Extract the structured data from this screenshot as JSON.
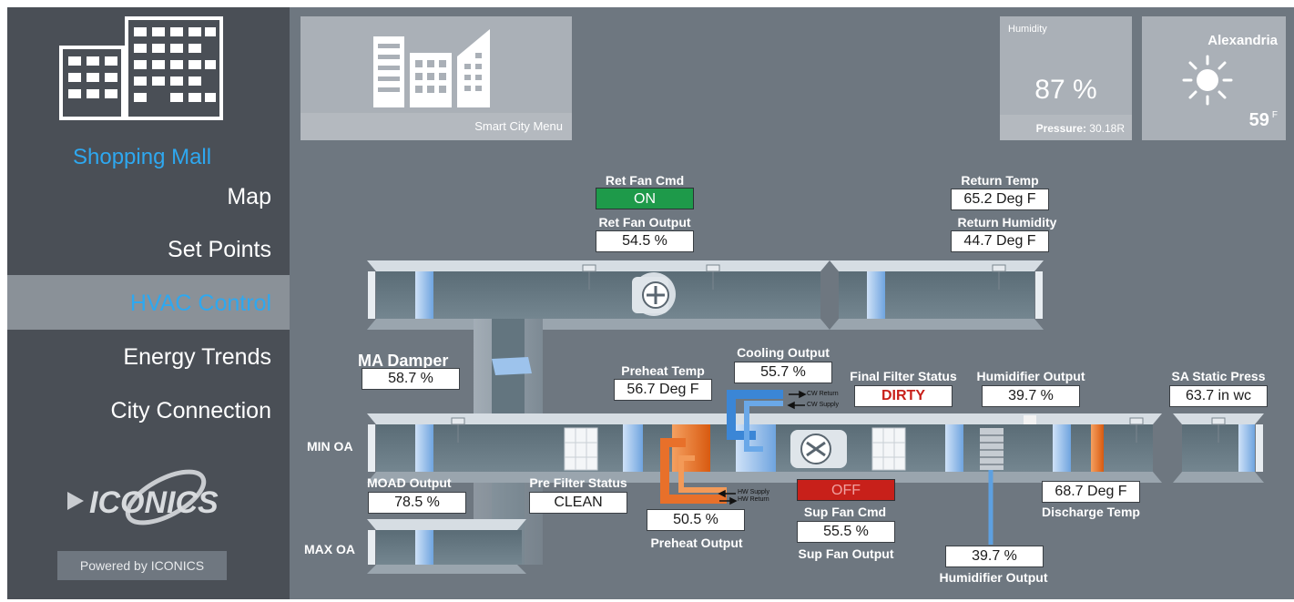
{
  "sidebar": {
    "title": "Shopping Mall",
    "nav": [
      {
        "label": "Map"
      },
      {
        "label": "Set Points"
      },
      {
        "label": "HVAC Control"
      },
      {
        "label": "Energy Trends"
      },
      {
        "label": "City Connection"
      }
    ],
    "brand_logo_text": "ICONICS",
    "powered_by": "Powered by ICONICS"
  },
  "header": {
    "smart_city_label": "Smart City Menu",
    "humidity_label": "Humidity",
    "humidity_value": "87 %",
    "pressure_label": "Pressure:",
    "pressure_value": "30.18R",
    "city": "Alexandria",
    "temperature": "59",
    "temperature_unit": "F",
    "weather_icon": "sun-icon"
  },
  "hvac": {
    "ret_fan_cmd_label": "Ret Fan Cmd",
    "ret_fan_cmd_value": "ON",
    "ret_fan_output_label": "Ret Fan Output",
    "ret_fan_output_value": "54.5 %",
    "return_temp_label": "Return Temp",
    "return_temp_value": "65.2 Deg F",
    "return_humidity_label": "Return Humidity",
    "return_humidity_value": "44.7 Deg F",
    "ma_damper_label": "MA Damper",
    "ma_damper_value": "58.7 %",
    "min_oa_label": "MIN OA",
    "max_oa_label": "MAX OA",
    "moad_output_label": "MOAD Output",
    "moad_output_value": "78.5 %",
    "pre_filter_status_label": "Pre Filter Status",
    "pre_filter_status_value": "CLEAN",
    "preheat_temp_label": "Preheat Temp",
    "preheat_temp_value": "56.7 Deg F",
    "preheat_output_label": "Preheat Output",
    "preheat_output_value": "50.5 %",
    "hw_supply_label": "HW Supply",
    "hw_return_label": "HW Return",
    "cooling_output_label": "Cooling Output",
    "cooling_output_value": "55.7 %",
    "cw_return_label": "CW Return",
    "cw_supply_label": "CW Supply",
    "final_filter_status_label": "Final Filter Status",
    "final_filter_status_value": "DIRTY",
    "humidifier_output_label": "Humidifier Output",
    "humidifier_output_value": "39.7 %",
    "humidifier_output2_label": "Humidifier Output",
    "humidifier_output2_value": "39.7 %",
    "sa_static_press_label": "SA Static Press",
    "sa_static_press_value": "63.7 in wc",
    "sup_fan_cmd_label": "Sup Fan Cmd",
    "sup_fan_cmd_value": "OFF",
    "sup_fan_output_label": "Sup Fan Output",
    "sup_fan_output_value": "55.5 %",
    "discharge_temp_label": "Discharge Temp",
    "discharge_temp_value": "68.7 Deg F"
  },
  "colors": {
    "accent": "#2ea8f0",
    "on_status": "#1e9a4a",
    "off_status": "#c8201a",
    "background": "#6e7780",
    "sidebar": "#4a4f56"
  }
}
